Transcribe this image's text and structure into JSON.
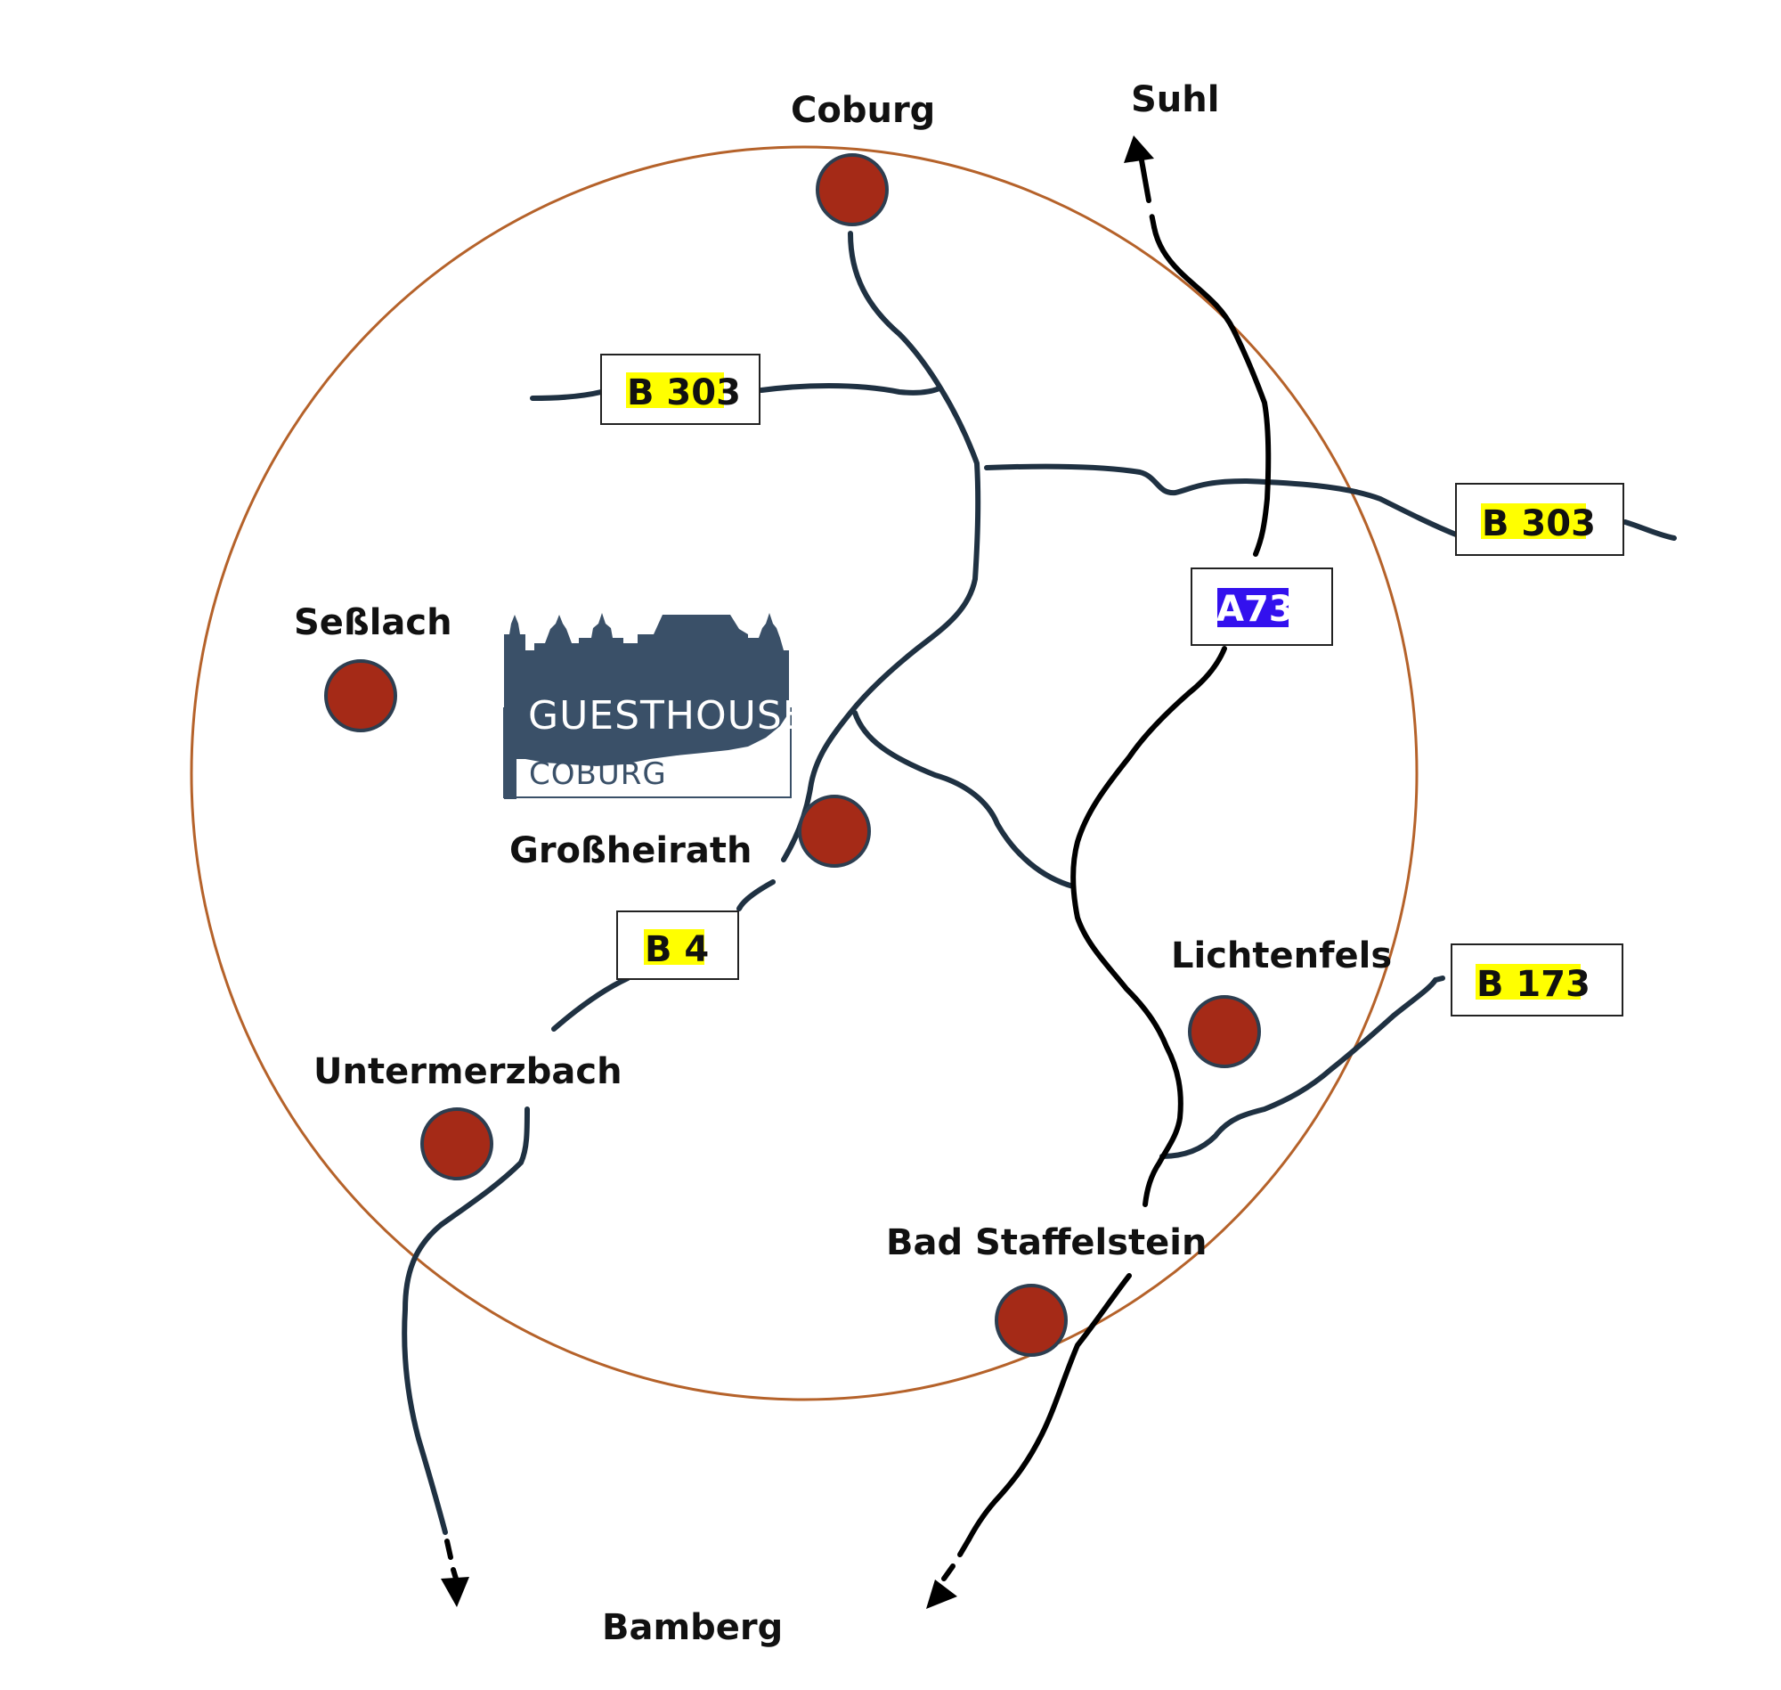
{
  "colors": {
    "background": "#ffffff",
    "ring": "#b5622a",
    "city_marker": "#a52a17",
    "city_marker_stroke": "#2d3e50",
    "bundesstrasse": "#1f3142",
    "autobahn": "#000000",
    "road_label_highlight": "#ffff00",
    "autobahn_label_highlight": "#3311ee",
    "logo": "#3a5068"
  },
  "cities": [
    {
      "id": "coburg",
      "label": "Coburg"
    },
    {
      "id": "sesslach",
      "label": "Seßlach"
    },
    {
      "id": "grossheirath",
      "label": "Großheirath"
    },
    {
      "id": "lichtenfels",
      "label": "Lichtenfels"
    },
    {
      "id": "untermerzbach",
      "label": "Untermerzbach"
    },
    {
      "id": "bad-staffelstein",
      "label": "Bad Staffelstein"
    }
  ],
  "destinations": [
    {
      "id": "suhl",
      "label": "Suhl"
    },
    {
      "id": "bamberg",
      "label": "Bamberg"
    }
  ],
  "road_labels": [
    {
      "id": "b303-west",
      "label": "B 303",
      "type": "bundesstrasse"
    },
    {
      "id": "b303-east",
      "label": "B 303",
      "type": "bundesstrasse"
    },
    {
      "id": "a73",
      "label": "A73",
      "type": "autobahn"
    },
    {
      "id": "b4",
      "label": "B 4",
      "type": "bundesstrasse"
    },
    {
      "id": "b173",
      "label": "B 173",
      "type": "bundesstrasse"
    }
  ],
  "logo": {
    "title": "GUESTHOUSE",
    "subtitle": "COBURG",
    "icon": "castle-icon"
  }
}
